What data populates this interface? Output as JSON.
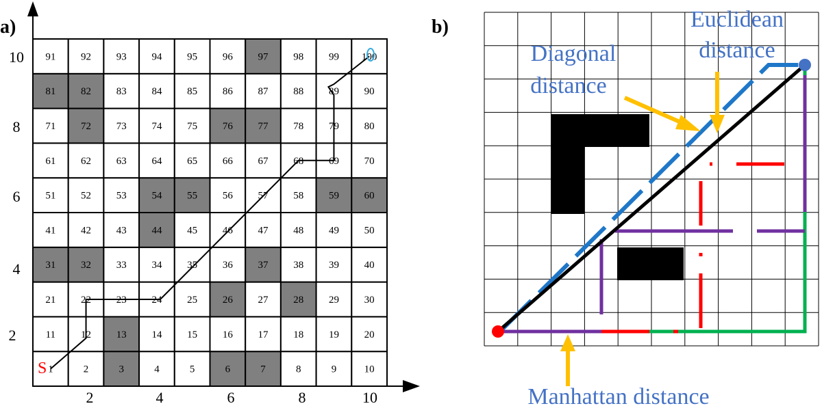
{
  "panel_a": {
    "label": "a)",
    "cells": {
      "grid_size": 10,
      "obstacle_cells": [
        3,
        6,
        7,
        13,
        26,
        28,
        31,
        32,
        37,
        44,
        54,
        55,
        59,
        60,
        72,
        76,
        77,
        81,
        82,
        97
      ]
    },
    "y_axis_labels": [
      "2",
      "4",
      "6",
      "8",
      "10"
    ],
    "x_axis_labels": [
      "2",
      "4",
      "6",
      "8",
      "10"
    ],
    "start_label": "S",
    "goal_label": "G",
    "path_cells": [
      1,
      12,
      22,
      23,
      24,
      35,
      46,
      57,
      68,
      69,
      79,
      89,
      100
    ],
    "colors": {
      "obstacle": "#808080",
      "start": "#ff0000",
      "goal": "#33aadd",
      "path": "#000000"
    }
  },
  "panel_b": {
    "label": "b)",
    "callouts": {
      "euclidean": [
        "Euclidean",
        "distance"
      ],
      "diagonal": [
        "Diagonal",
        "distance"
      ],
      "manhattan": "Manhattan distance"
    },
    "colors": {
      "callout_text": "#4472c4",
      "arrow": "#ffc000",
      "euclidean": "#000000",
      "diagonal": "#1f77c8",
      "manhattan_a": "#7030a0",
      "manhattan_b": "#ff0000",
      "manhattan_c": "#00b050",
      "start": "#ff0000",
      "goal": "#4472c4",
      "obstacle": "#000000"
    }
  }
}
